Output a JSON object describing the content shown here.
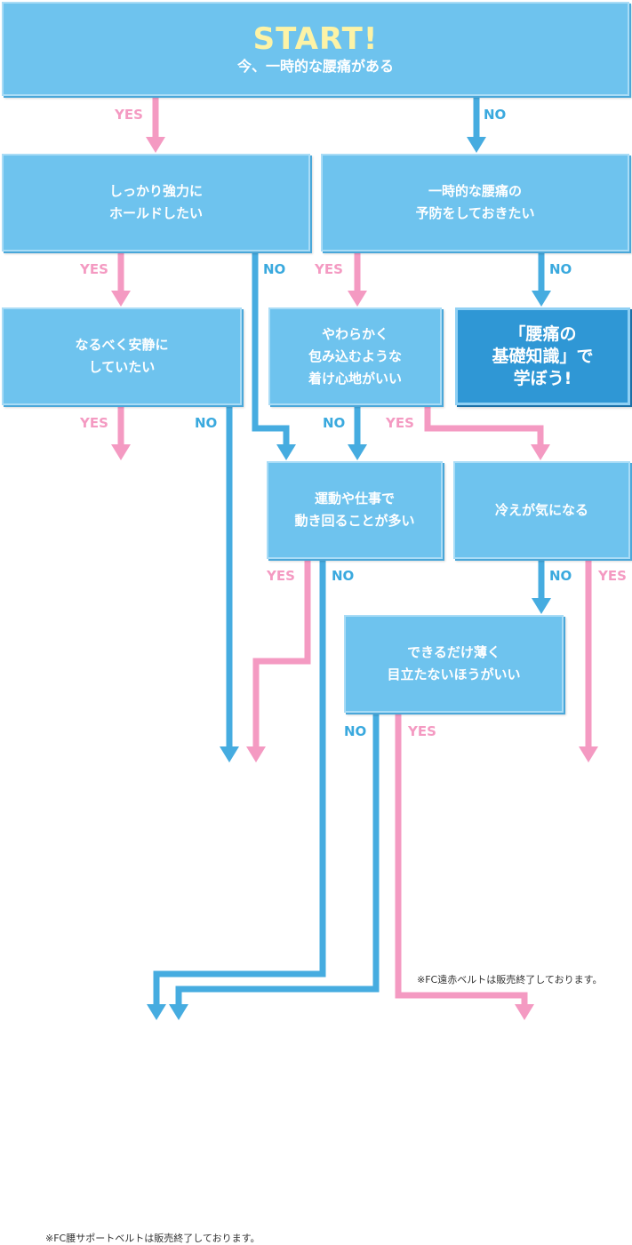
{
  "colors": {
    "yes": "#f49ac2",
    "no": "#46ace0",
    "box": "#6ec3ee",
    "box_dark": "#2f97d5",
    "start_title": "#fdf3a6"
  },
  "start": {
    "title": "START!",
    "subtitle": "今、一時的な腰痛がある"
  },
  "boxes": {
    "hold": "しっかり強力に\nホールドしたい",
    "prevent": "一時的な腰痛の\n予防をしておきたい",
    "quiet": "なるべく安静に\nしていたい",
    "soft": "やわらかく\n包み込むような\n着け心地がいい",
    "learn": "「腰痛の\n基礎知識」で\n学ぼう!",
    "active": "運動や仕事で\n動き回ることが多い",
    "cold": "冷えが気になる",
    "thin": "できるだけ薄く\n目立たないほうがいい"
  },
  "labels": {
    "yes": "YES",
    "no": "NO"
  },
  "notes": {
    "fc_enseki": "※FC遠赤ベルトは販売終了しております。",
    "fc_waist": "※FC腰サポートベルトは販売終了しております。"
  }
}
